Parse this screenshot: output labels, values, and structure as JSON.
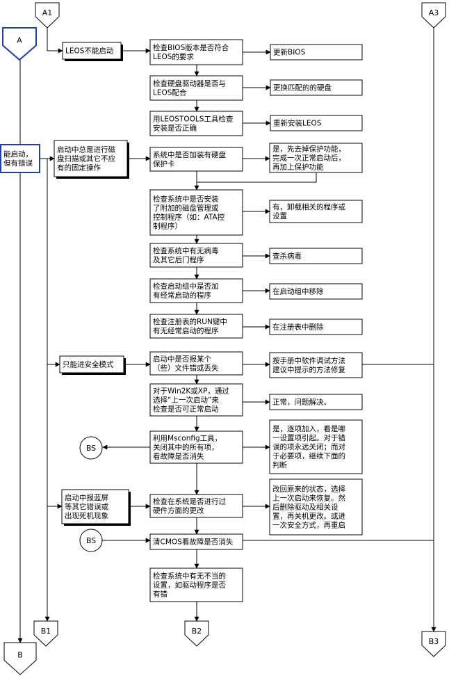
{
  "connectors": {
    "A1": "A1",
    "A3": "A3",
    "A": "A",
    "B": "B",
    "B1": "B1",
    "B2": "B2",
    "B3": "B3",
    "BS_1": "BS",
    "BS_2": "BS"
  },
  "boxes": {
    "entry_no_boot": "LEOS不能启动",
    "entry_bootable": [
      "能启动，",
      "但有错误"
    ],
    "check_bios": [
      "检查BIOS版本是否符合",
      "LEOS的要求"
    ],
    "update_bios": "更新BIOS",
    "check_drive": [
      "检查硬盘驱动器是否与",
      "LEOS配合"
    ],
    "replace_drive": "更换匹配的的硬盘",
    "check_install": [
      "用LEOSTOOLS工具检查",
      "安装是否正确"
    ],
    "reinstall": "重新安装LEOS",
    "disk_scan": [
      "启动中总是进行磁",
      "盘扫描或其它不应",
      "有的固定操作"
    ],
    "check_protect_card": [
      "系统中是否加装有硬盘",
      "保护卡"
    ],
    "protect_card_fix": [
      "是，先去掉保护功能，",
      "完成一次正常启动后，",
      "再加上保护功能"
    ],
    "check_disk_mgr": [
      "检查系统中是否安装",
      "了附加的磁盘管理或",
      "控制程序（如：ATA控",
      "制程序）"
    ],
    "uninstall_prog": [
      "有，卸载相关的程序或",
      "设置"
    ],
    "check_virus": [
      "检查系统中有无病毒",
      "及其它后门程序"
    ],
    "kill_virus": "查杀病毒",
    "check_startup": [
      "检查启动组中是否加",
      "有经常启动的程序"
    ],
    "remove_startup": "在启动组中移除",
    "check_run_key": [
      "检查注册表的RUN键中",
      "有无经常启动的程序"
    ],
    "remove_registry": "在注册表中删除",
    "safe_mode_only": "只能进安全模式",
    "check_missing_files": [
      "启动中是否报某个",
      "（些）文件错或丢失"
    ],
    "manual_repair": [
      "按手册中软件调试方法",
      "建议中提示的方法修复"
    ],
    "last_known_good": [
      "对于Win2K或XP，通过",
      "选择“上一次启动”来",
      "检查是否可正常启动"
    ],
    "normal_solved": "正常，问题解决。",
    "msconfig": [
      "利用Msconfig工具，",
      "关闭其中的所有项，",
      "看故障是否消失"
    ],
    "msconfig_yes": [
      "是，逐项加入，看是哪",
      "一设置项引起。对于错",
      "误的项永远关闭；而对",
      "于必要项，继续下面的",
      "判断"
    ],
    "bluescreen": [
      "启动中报蓝屏",
      "等其它错误或",
      "出现死机现象"
    ],
    "check_hw_change": [
      "检查在系统是否进行过",
      "硬件方面的更改"
    ],
    "restore_state": [
      "改回原来的状态，选择",
      "上一次启动来恢复。然",
      "后删除驱动及相关设",
      "置，再关机更改。或进",
      "一次安全方式，再重启"
    ],
    "clear_cmos": "清CMOS看故障是否消失",
    "check_settings": [
      "检查系统中有无不当的",
      "设置，如驱动程序是否",
      "有错"
    ]
  }
}
